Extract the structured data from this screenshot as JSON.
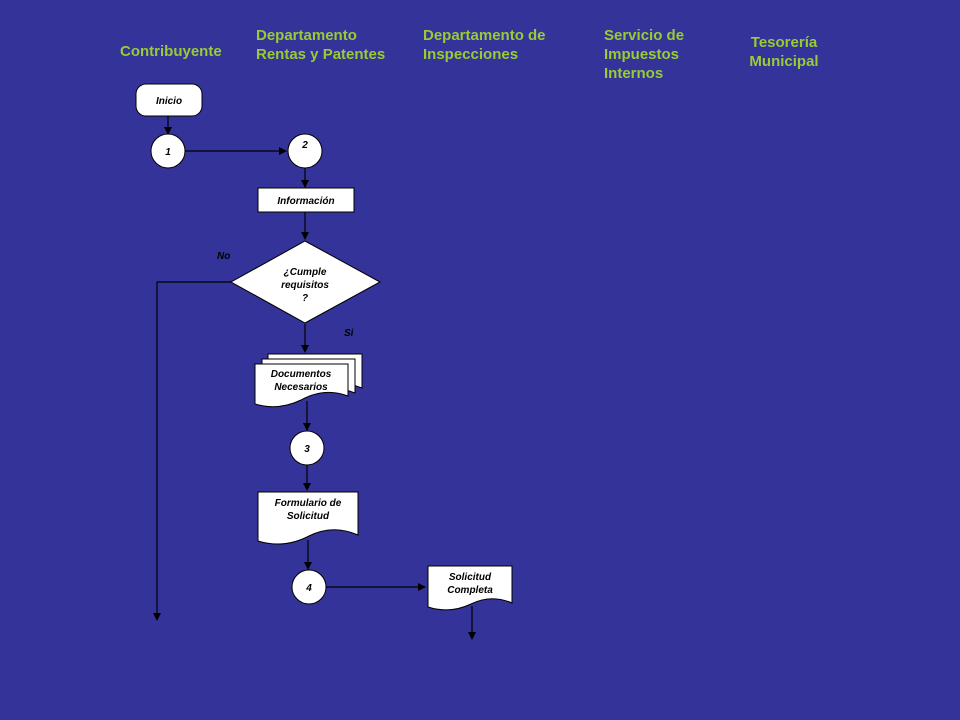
{
  "lanes": [
    {
      "title": "Contribuyente"
    },
    {
      "title": "Departamento\nRentas y Patentes"
    },
    {
      "title": "Departamento de\nInspecciones"
    },
    {
      "title": "Servicio de\nImpuestos\nInternos"
    },
    {
      "title": "Tesorería\nMunicipal"
    }
  ],
  "nodes": {
    "inicio": "Inicio",
    "connector_1": "1",
    "connector_2": "2",
    "informacion": "Información",
    "decision": [
      "¿Cumple",
      "requisitos",
      "?"
    ],
    "documentos": [
      "Documentos",
      "Necesarios"
    ],
    "connector_3": "3",
    "formulario": [
      "Formulario de",
      "Solicitud"
    ],
    "connector_4": "4",
    "solicitud": [
      "Solicitud",
      "Completa"
    ]
  },
  "edge_labels": {
    "no": "No",
    "si": "Si"
  },
  "colors": {
    "background": "#333399",
    "lane_title": "#99cc33",
    "shape_fill": "#ffffff",
    "stroke": "#000000"
  }
}
